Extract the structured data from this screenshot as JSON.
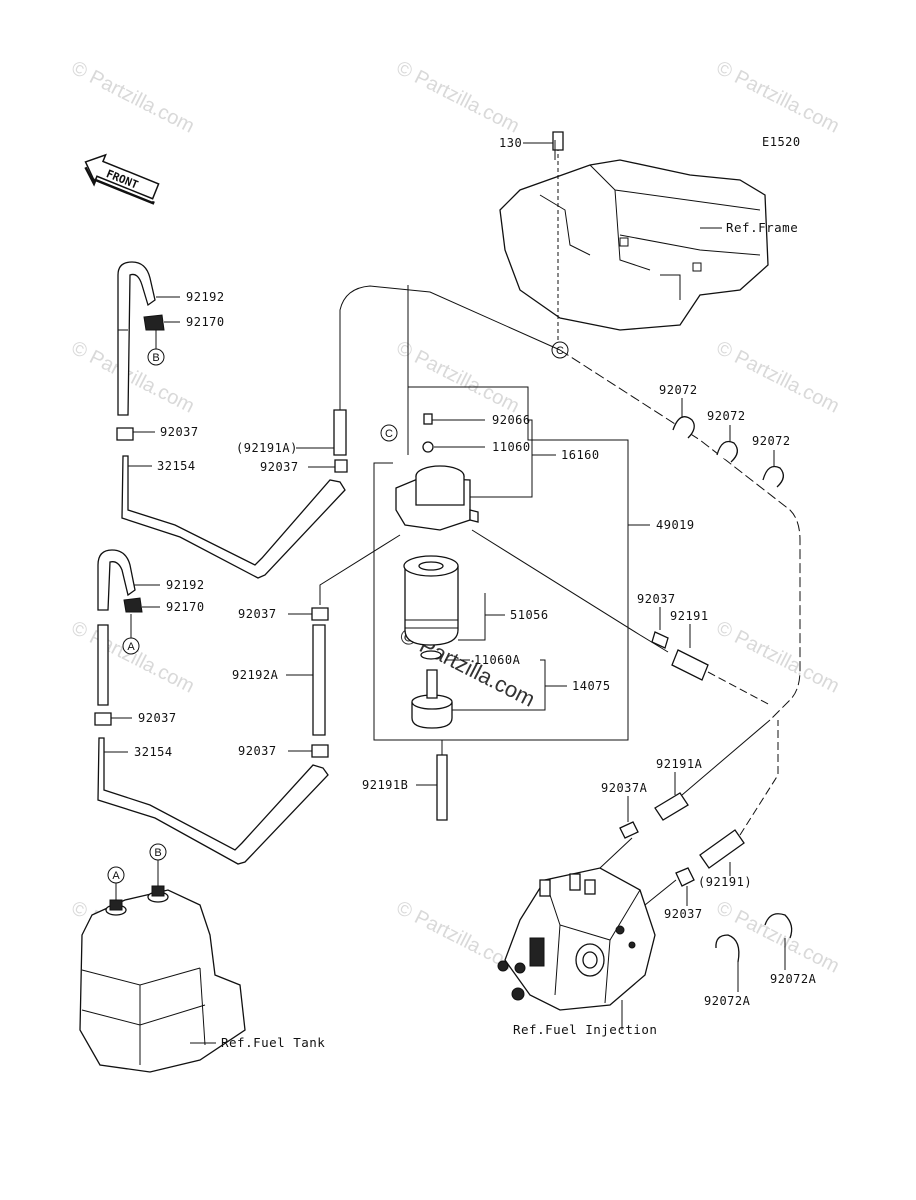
{
  "diagram": {
    "code": "E1520",
    "front_label": "FRONT",
    "watermark": "© Partzilla.com",
    "refs": {
      "frame": "Ref.Frame",
      "fuel_tank": "Ref.Fuel Tank",
      "fuel_injection": "Ref.Fuel Injection"
    },
    "connectors": [
      "A",
      "B",
      "C"
    ],
    "parts": [
      {
        "id": "p130",
        "label": "130"
      },
      {
        "id": "p92192_top",
        "label": "92192"
      },
      {
        "id": "p92170_top",
        "label": "92170"
      },
      {
        "id": "p92037_l1",
        "label": "92037"
      },
      {
        "id": "p32154_top",
        "label": "32154"
      },
      {
        "id": "p92191A_paren",
        "label": "(92191A)"
      },
      {
        "id": "p92037_c1",
        "label": "92037"
      },
      {
        "id": "p92066",
        "label": "92066"
      },
      {
        "id": "p11060",
        "label": "11060"
      },
      {
        "id": "p16160",
        "label": "16160"
      },
      {
        "id": "p49019",
        "label": "49019"
      },
      {
        "id": "p92072_a",
        "label": "92072"
      },
      {
        "id": "p92072_b",
        "label": "92072"
      },
      {
        "id": "p92072_c",
        "label": "92072"
      },
      {
        "id": "p92192_mid",
        "label": "92192"
      },
      {
        "id": "p92170_mid",
        "label": "92170"
      },
      {
        "id": "p92037_c2",
        "label": "92037"
      },
      {
        "id": "p51056",
        "label": "51056"
      },
      {
        "id": "p92037_r1",
        "label": "92037"
      },
      {
        "id": "p92191",
        "label": "92191"
      },
      {
        "id": "p92192A",
        "label": "92192A"
      },
      {
        "id": "p11060A",
        "label": "11060A"
      },
      {
        "id": "p14075",
        "label": "14075"
      },
      {
        "id": "p92037_l2",
        "label": "92037"
      },
      {
        "id": "p32154_bot",
        "label": "32154"
      },
      {
        "id": "p92037_c3",
        "label": "92037"
      },
      {
        "id": "p92191B",
        "label": "92191B"
      },
      {
        "id": "p92191A",
        "label": "92191A"
      },
      {
        "id": "p92037A",
        "label": "92037A"
      },
      {
        "id": "p92191_paren",
        "label": "(92191)"
      },
      {
        "id": "p92037_r2",
        "label": "92037"
      },
      {
        "id": "p92072A_r",
        "label": "92072A"
      },
      {
        "id": "p92072A_l",
        "label": "92072A"
      }
    ]
  }
}
